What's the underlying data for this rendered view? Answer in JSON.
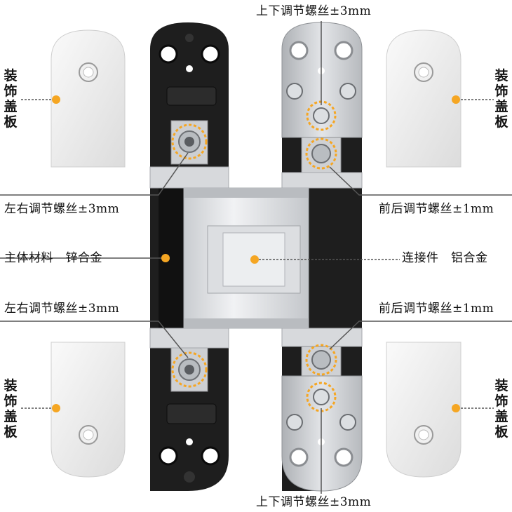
{
  "labels": {
    "cover_plate_top_left": "装饰盖板",
    "cover_plate_top_right": "装饰盖板",
    "cover_plate_bottom_left": "装饰盖板",
    "cover_plate_bottom_right": "装饰盖板",
    "vertical_adjust_top": "上下调节螺丝±3mm",
    "vertical_adjust_bottom": "上下调节螺丝±3mm",
    "lateral_adjust_upper": "左右调节螺丝±3mm",
    "lateral_adjust_lower": "左右调节螺丝±3mm",
    "depth_adjust_upper": "前后调节螺丝±1mm",
    "depth_adjust_lower": "前后调节螺丝±1mm",
    "main_body_material": "主体材料　锌合金",
    "connector_material": "连接件　铝合金"
  },
  "colors": {
    "marker": "#f5a623",
    "leader_line": "#555555",
    "black_leaf": "#1e1e1e",
    "silver_leaf": "#c8cacd",
    "cover_plate": "#eeeeee"
  }
}
